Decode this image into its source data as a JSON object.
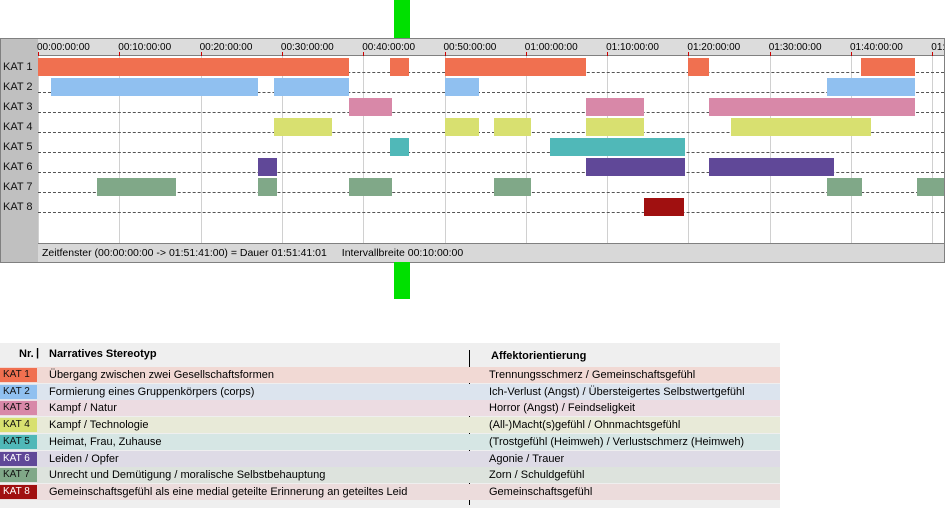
{
  "chart_data": {
    "type": "timeline",
    "time_unit": "minutes",
    "x_range": [
      0,
      111.683
    ],
    "tick_interval": 10,
    "tick_labels": [
      "00:00:00:00",
      "00:10:00:00",
      "00:20:00:00",
      "00:30:00:00",
      "00:40:00:00",
      "00:50:00:00",
      "01:00:00:00",
      "01:10:00:00",
      "01:20:00:00",
      "01:30:00:00",
      "01:40:00:00",
      "01:"
    ],
    "rows": [
      {
        "label": "KAT 1",
        "color": "#f07050",
        "segments": [
          [
            0,
            38.3
          ],
          [
            43.3,
            45.6
          ],
          [
            50.1,
            67.4
          ],
          [
            79.9,
            82.5
          ],
          [
            101.2,
            107.9
          ]
        ]
      },
      {
        "label": "KAT 2",
        "color": "#90c0f0",
        "segments": [
          [
            1.6,
            27.1
          ],
          [
            29.0,
            38.3
          ],
          [
            50.1,
            54.2
          ],
          [
            97.0,
            107.9
          ]
        ]
      },
      {
        "label": "KAT 3",
        "color": "#d888a8",
        "segments": [
          [
            38.3,
            43.6
          ],
          [
            67.4,
            74.5
          ],
          [
            82.5,
            107.9
          ]
        ]
      },
      {
        "label": "KAT 4",
        "color": "#d8e070",
        "segments": [
          [
            29.0,
            36.2
          ],
          [
            50.1,
            54.2
          ],
          [
            56.1,
            60.6
          ],
          [
            67.4,
            74.5
          ],
          [
            85.2,
            102.4
          ]
        ]
      },
      {
        "label": "KAT 5",
        "color": "#50b8b8",
        "segments": [
          [
            43.3,
            45.6
          ],
          [
            63.0,
            79.6
          ]
        ]
      },
      {
        "label": "KAT 6",
        "color": "#604898",
        "segments": [
          [
            27.1,
            29.4
          ],
          [
            67.4,
            79.6
          ],
          [
            82.5,
            97.9
          ]
        ]
      },
      {
        "label": "KAT 7",
        "color": "#80a888",
        "segments": [
          [
            7.2,
            17.0
          ],
          [
            27.1,
            29.4
          ],
          [
            38.3,
            43.6
          ],
          [
            56.1,
            60.6
          ],
          [
            97.0,
            101.4
          ],
          [
            108.1,
            111.7
          ]
        ]
      },
      {
        "label": "KAT 8",
        "color": "#a01010",
        "segments": [
          [
            74.5,
            79.5
          ]
        ]
      }
    ],
    "status": {
      "window": "Zeitfenster (00:00:00:00 -> 01:51:41:00) = Dauer 01:51:41:01",
      "interval": "Intervallbreite 00:10:00:00"
    }
  },
  "legend": {
    "headers": {
      "nr": "Nr.",
      "nr_sep": "|",
      "stereotype": "Narratives Stereotyp",
      "affect": "Affektorientierung"
    },
    "rows": [
      {
        "tag": "KAT 1",
        "color": "#f07050",
        "bg": "#f1d9d4",
        "stereotype": "Übergang zwischen zwei Gesellschaftsformen",
        "affect": "Trennungsschmerz / Gemeinschaftsgefühl",
        "dark": false
      },
      {
        "tag": "KAT 2",
        "color": "#90c0f0",
        "bg": "#dce4ee",
        "stereotype": "Formierung eines Gruppenkörpers (corps)",
        "affect": "Ich-Verlust (Angst) / Übersteigertes Selbstwertgefühl",
        "dark": false
      },
      {
        "tag": "KAT 3",
        "color": "#d888a8",
        "bg": "#ecdce2",
        "stereotype": "Kampf / Natur",
        "affect": "Horror (Angst) / Feindseligkeit",
        "dark": false
      },
      {
        "tag": "KAT 4",
        "color": "#d8e070",
        "bg": "#e8ead8",
        "stereotype": "Kampf / Technologie",
        "affect": "(All-)Macht(s)gefühl / Ohnmachtsgefühl",
        "dark": false
      },
      {
        "tag": "KAT 5",
        "color": "#50b8b8",
        "bg": "#d6e6e4",
        "stereotype": "Heimat, Frau, Zuhause",
        "affect": "(Trostgefühl (Heimweh) / Verlustschmerz (Heimweh)",
        "dark": false
      },
      {
        "tag": "KAT 6",
        "color": "#604898",
        "bg": "#dedbe6",
        "stereotype": "Leiden / Opfer",
        "affect": "Agonie / Trauer",
        "dark": true
      },
      {
        "tag": "KAT 7",
        "color": "#80a888",
        "bg": "#dde3dd",
        "stereotype": "Unrecht und Demütigung / moralische Selbstbehauptung",
        "affect": "Zorn / Schuldgefühl",
        "dark": false
      },
      {
        "tag": "KAT 8",
        "color": "#a01010",
        "bg": "#ecdcdc",
        "stereotype": "Gemeinschaftsgefühl als eine medial geteilte Erinnerung an geteiltes Leid",
        "affect": "Gemeinschaftsgefühl",
        "dark": true
      }
    ]
  }
}
